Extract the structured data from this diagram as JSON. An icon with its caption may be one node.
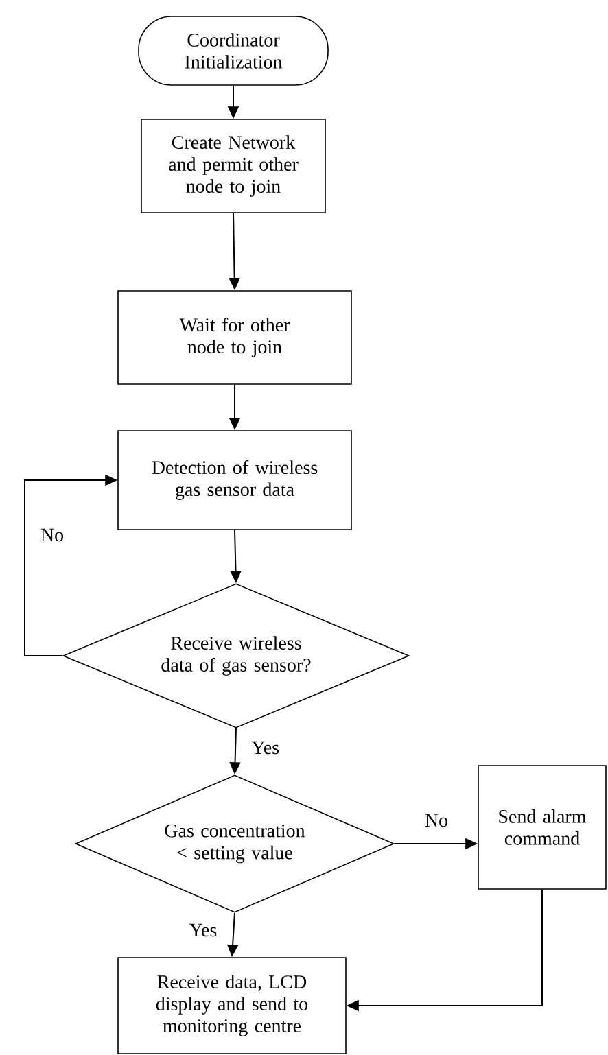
{
  "diagram": {
    "nodes": [
      {
        "text": [
          "Coordinator Initialization"
        ]
      },
      {
        "text": [
          "Create Network and permit other node to join"
        ]
      },
      {
        "text": [
          "Wait for other node to join"
        ]
      },
      {
        "text": [
          "Detection of wireless gas sensor data"
        ]
      },
      {
        "text": [
          "Receive wireless data of gas sensor?"
        ]
      },
      {
        "text": [
          "Gas concentration < setting value"
        ]
      },
      {
        "text": [
          "Send alarm command"
        ]
      },
      {
        "text": [
          "Receive data, LCD display and send to monitoring centre"
        ]
      }
    ],
    "edges": [
      {
        "from": 0,
        "to": 1,
        "arrow": "to"
      },
      {
        "from": 1,
        "to": 2,
        "arrow": "to"
      },
      {
        "from": 2,
        "to": 3,
        "arrow": "to"
      },
      {
        "from": 3,
        "to": 4,
        "arrow": "to"
      },
      {
        "from": 4,
        "to": 3,
        "arrow": "to",
        "label": "No"
      },
      {
        "from": 4,
        "to": 5,
        "arrow": "to",
        "label": "Yes"
      },
      {
        "from": 5,
        "to": 6,
        "arrow": "to",
        "label": "No"
      },
      {
        "from": 5,
        "to": 7,
        "arrow": "to",
        "label": "Yes"
      },
      {
        "from": 6,
        "to": 7,
        "arrow": "to"
      }
    ]
  }
}
